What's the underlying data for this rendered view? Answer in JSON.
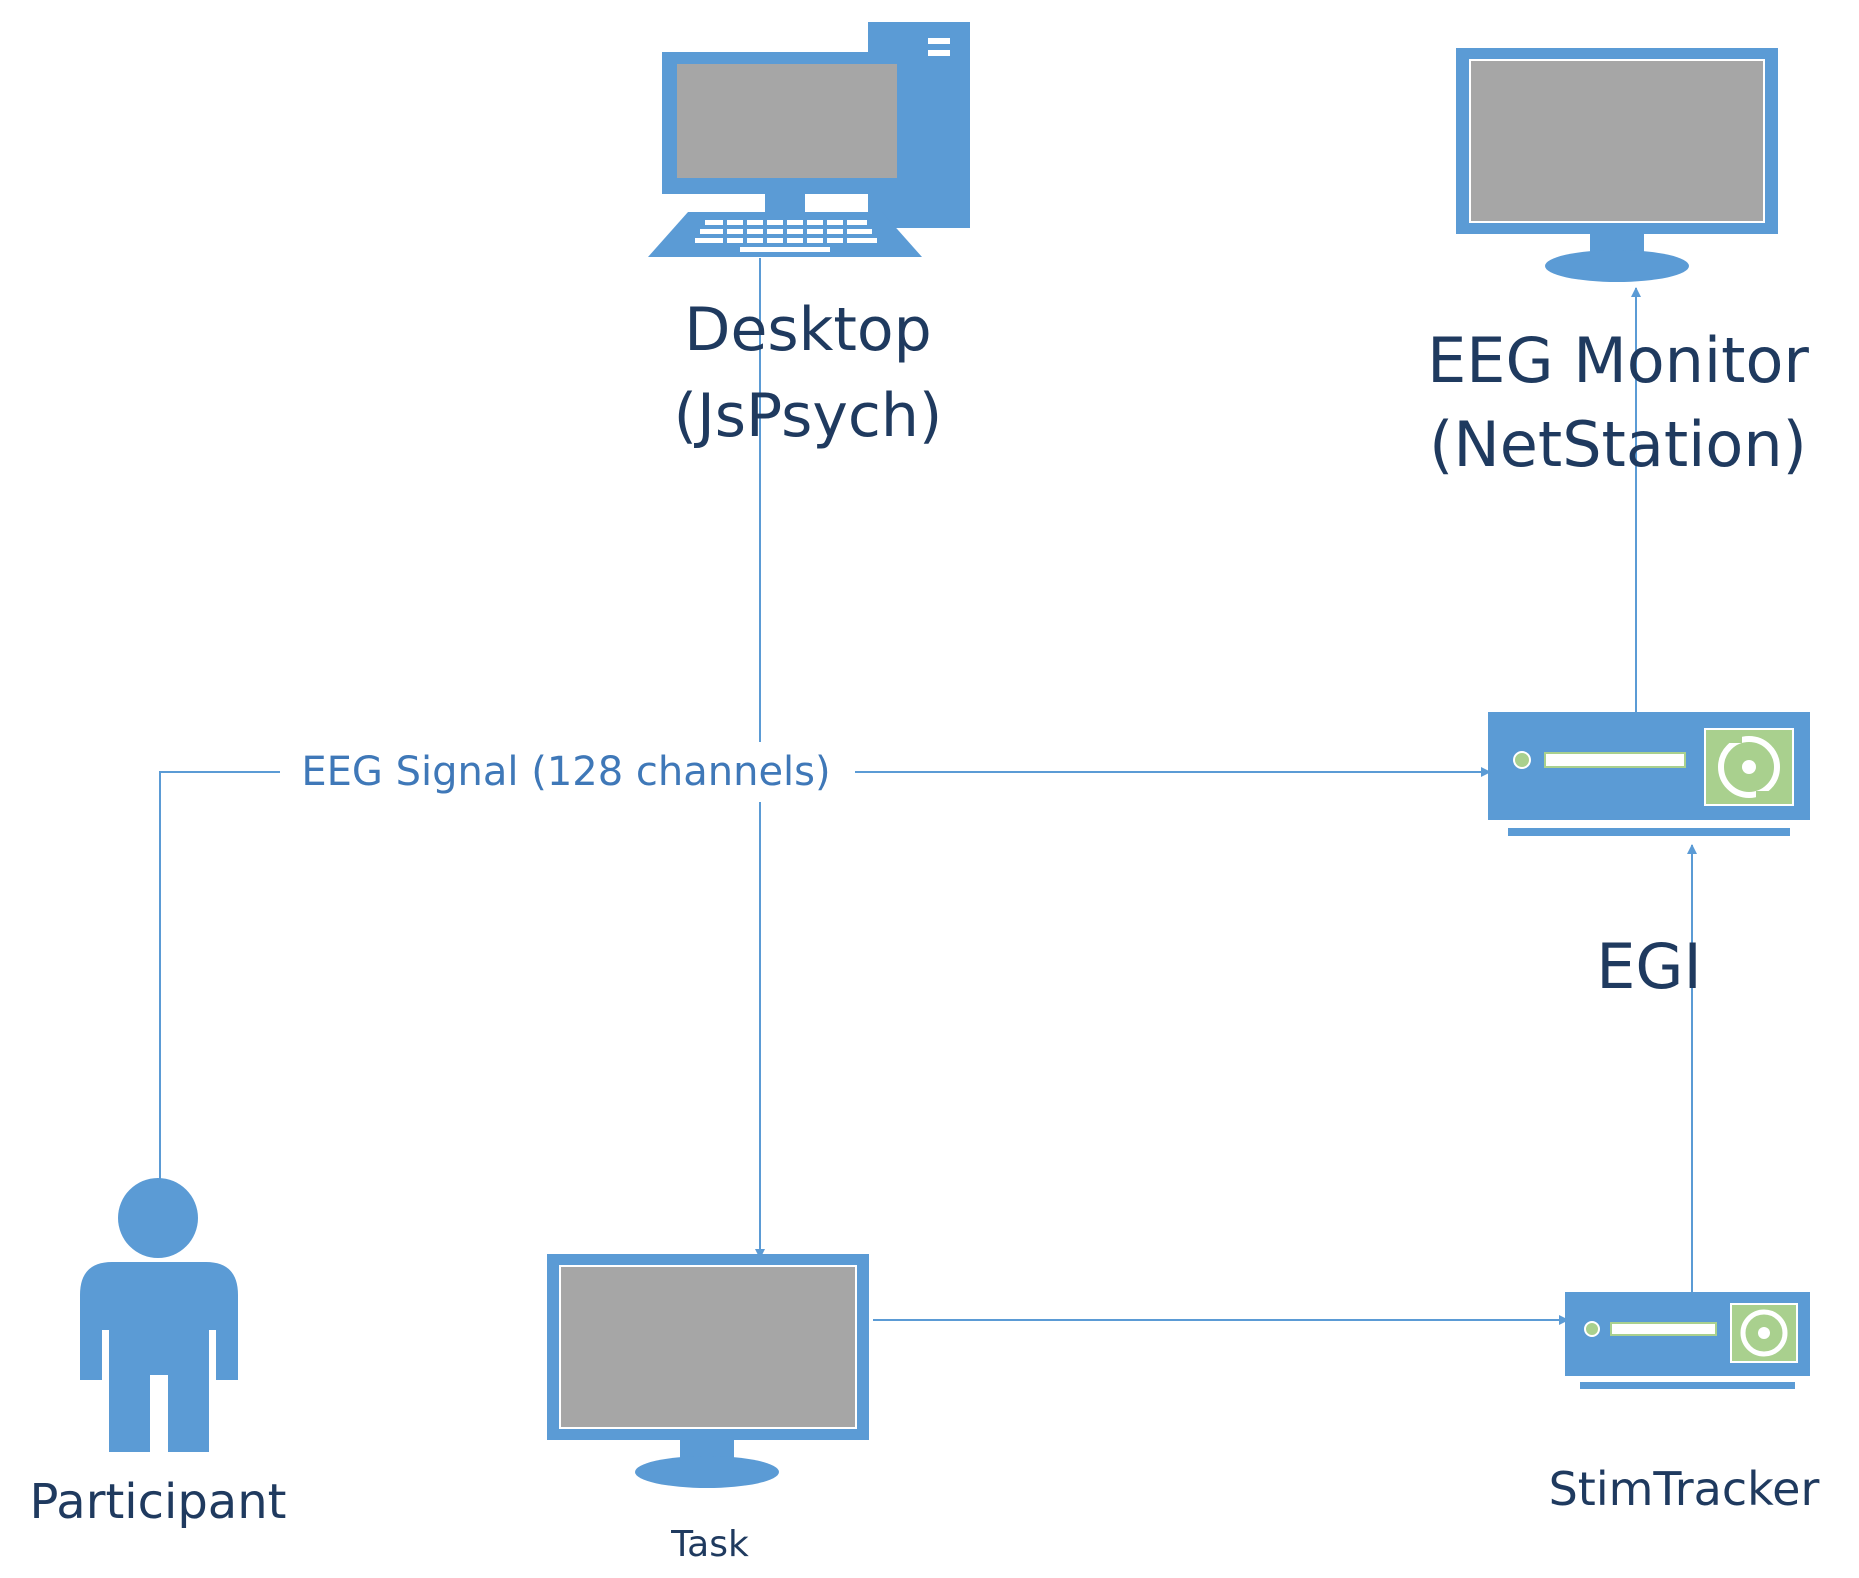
{
  "colors": {
    "device_blue": "#5b9bd5",
    "screen_gray": "#a6a6a6",
    "status_green": "#a9d08e",
    "line_blue": "#5b9bd5",
    "label_dark": "#1f3a5f",
    "edge_label": "#3f78b8"
  },
  "nodes": {
    "desktop": {
      "label_line1": "Desktop",
      "label_line2": "(JsPsych)",
      "icon": "desktop-computer-icon"
    },
    "eeg_monitor": {
      "label_line1": "EEG Monitor",
      "label_line2": "(NetStation)",
      "icon": "monitor-icon"
    },
    "egi": {
      "label": "EGI",
      "icon": "amplifier-device-icon"
    },
    "stimtracker": {
      "label": "StimTracker",
      "icon": "stimtracker-device-icon"
    },
    "participant": {
      "label": "Participant",
      "icon": "person-icon"
    },
    "task": {
      "label": "Task",
      "icon": "monitor-icon"
    }
  },
  "edges": {
    "eeg_signal": {
      "label": "EEG Signal (128 channels)"
    }
  }
}
